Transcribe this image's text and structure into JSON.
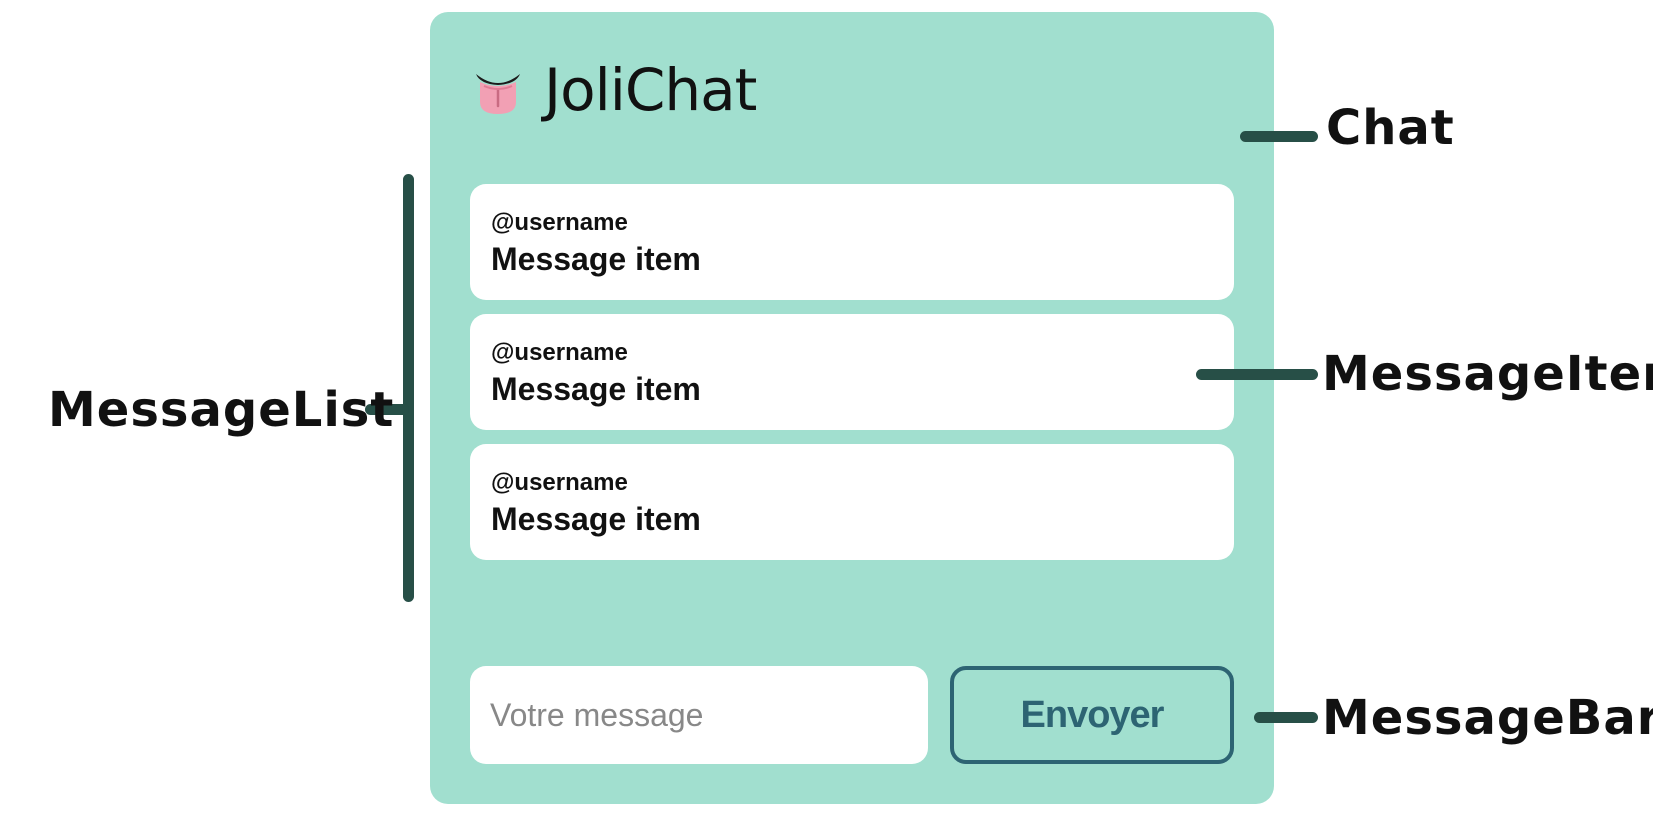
{
  "chat": {
    "app_name": "JoliChat",
    "logo_icon": "tongue-emoji-icon"
  },
  "messages": [
    {
      "username": "@username",
      "text": "Message item"
    },
    {
      "username": "@username",
      "text": "Message item"
    },
    {
      "username": "@username",
      "text": "Message item"
    }
  ],
  "message_bar": {
    "placeholder": "Votre message",
    "send_label": "Envoyer"
  },
  "annotations": {
    "chat": "Chat",
    "message_list": "MessageList",
    "message_item": "MessageItem",
    "message_bar": "MessageBar"
  },
  "colors": {
    "chat_background": "#a1dfcf",
    "annotation_line": "#274f47",
    "button_accent": "#2d6473"
  }
}
